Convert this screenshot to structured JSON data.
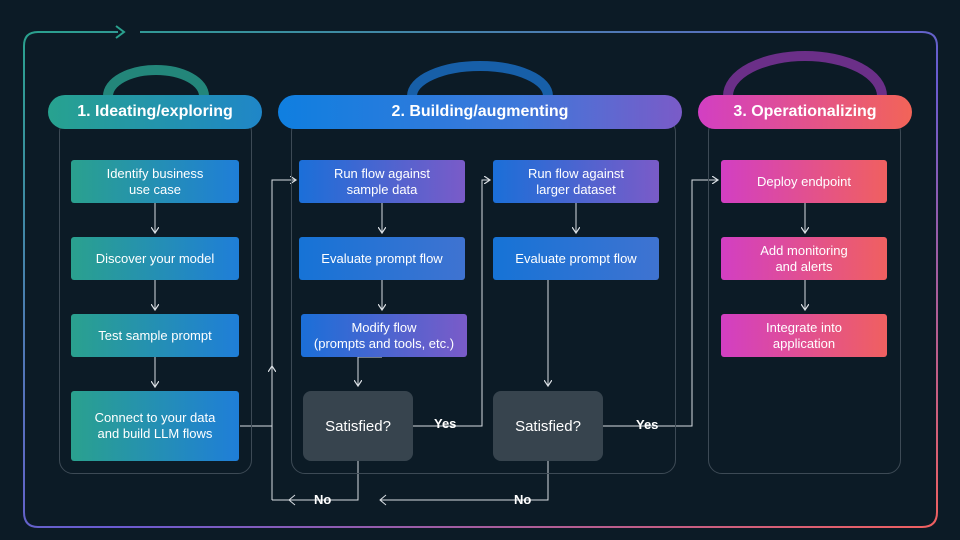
{
  "phases": [
    {
      "label": "1. Ideating/exploring",
      "steps": [
        "Identify business\nuse case",
        "Discover your model",
        "Test sample prompt",
        "Connect to your data\nand build LLM flows"
      ]
    },
    {
      "label": "2. Building/augmenting",
      "col_a": [
        "Run flow against\nsample data",
        "Evaluate prompt flow",
        "Modify flow\n(prompts and tools, etc.)"
      ],
      "col_b": [
        "Run flow against\nlarger dataset",
        "Evaluate prompt flow"
      ],
      "decisions": [
        "Satisfied?",
        "Satisfied?"
      ]
    },
    {
      "label": "3. Operationalizing",
      "steps": [
        "Deploy endpoint",
        "Add monitoring\nand alerts",
        "Integrate into\napplication"
      ]
    }
  ],
  "edge_labels": {
    "yes_1": "Yes",
    "yes_2": "Yes",
    "no_1": "No",
    "no_2": "No"
  },
  "colors": {
    "background": "#0c1b26",
    "teal": "#2aa18e",
    "blue": "#1673d6",
    "purple": "#7a5bc8",
    "pink": "#d23fc3",
    "coral": "#f06060"
  }
}
